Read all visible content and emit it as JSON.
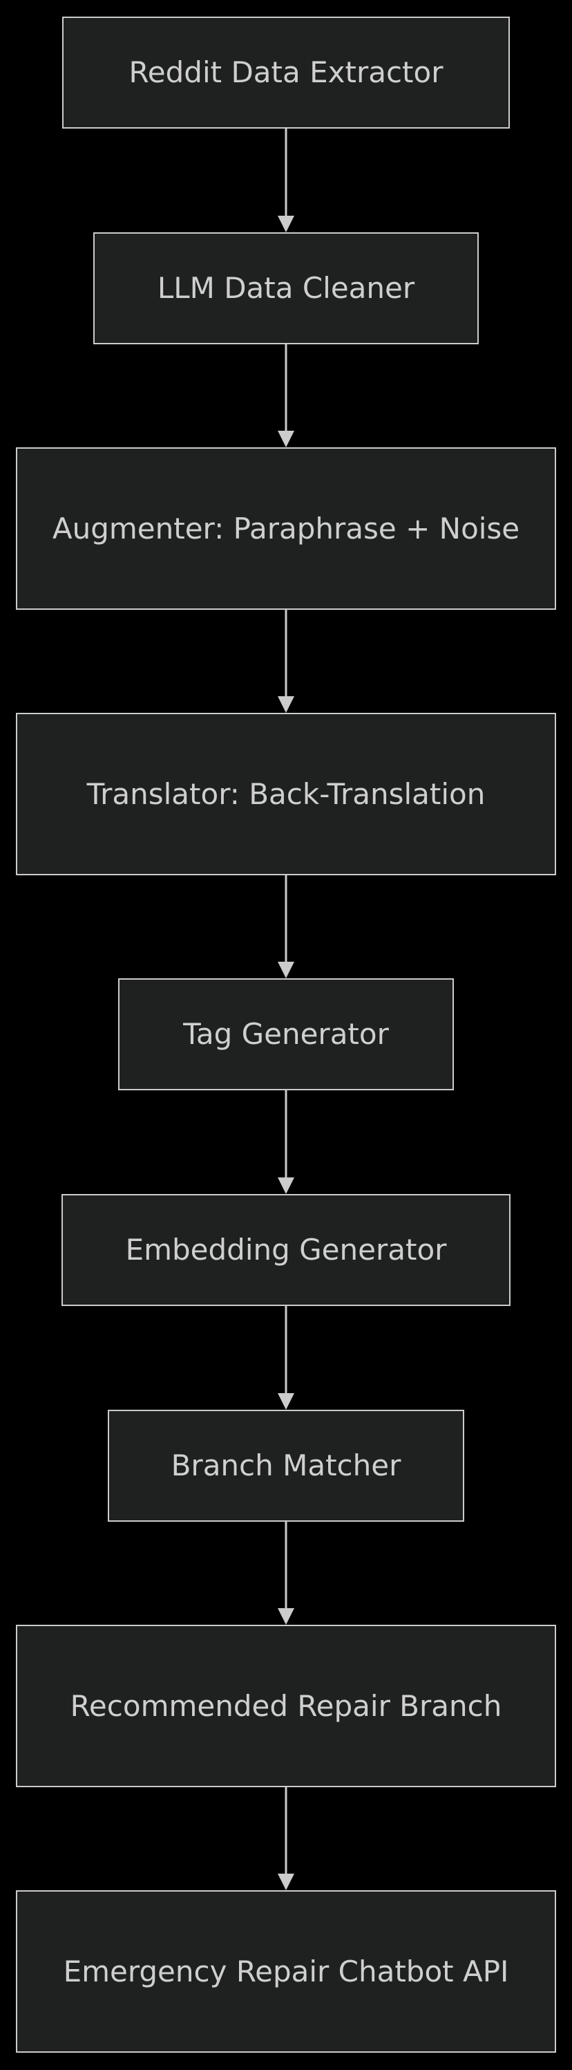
{
  "colors": {
    "background": "#000000",
    "node_fill": "#1f2020",
    "node_border": "#cccccc",
    "text": "#cfcfcf",
    "edge": "#cccccc"
  },
  "nodes": [
    {
      "id": "reddit-data-extractor",
      "label": "Reddit Data Extractor"
    },
    {
      "id": "llm-data-cleaner",
      "label": "LLM Data Cleaner"
    },
    {
      "id": "augmenter",
      "label": "Augmenter: Paraphrase + Noise"
    },
    {
      "id": "translator",
      "label": "Translator: Back-Translation"
    },
    {
      "id": "tag-generator",
      "label": "Tag Generator"
    },
    {
      "id": "embedding-generator",
      "label": "Embedding Generator"
    },
    {
      "id": "branch-matcher",
      "label": "Branch Matcher"
    },
    {
      "id": "recommended-repair-branch",
      "label": "Recommended Repair Branch"
    },
    {
      "id": "emergency-repair-chatbot-api",
      "label": "Emergency Repair Chatbot API"
    }
  ],
  "edges": [
    {
      "from": "reddit-data-extractor",
      "to": "llm-data-cleaner"
    },
    {
      "from": "llm-data-cleaner",
      "to": "augmenter"
    },
    {
      "from": "augmenter",
      "to": "translator"
    },
    {
      "from": "translator",
      "to": "tag-generator"
    },
    {
      "from": "tag-generator",
      "to": "embedding-generator"
    },
    {
      "from": "embedding-generator",
      "to": "branch-matcher"
    },
    {
      "from": "branch-matcher",
      "to": "recommended-repair-branch"
    },
    {
      "from": "recommended-repair-branch",
      "to": "emergency-repair-chatbot-api"
    }
  ]
}
